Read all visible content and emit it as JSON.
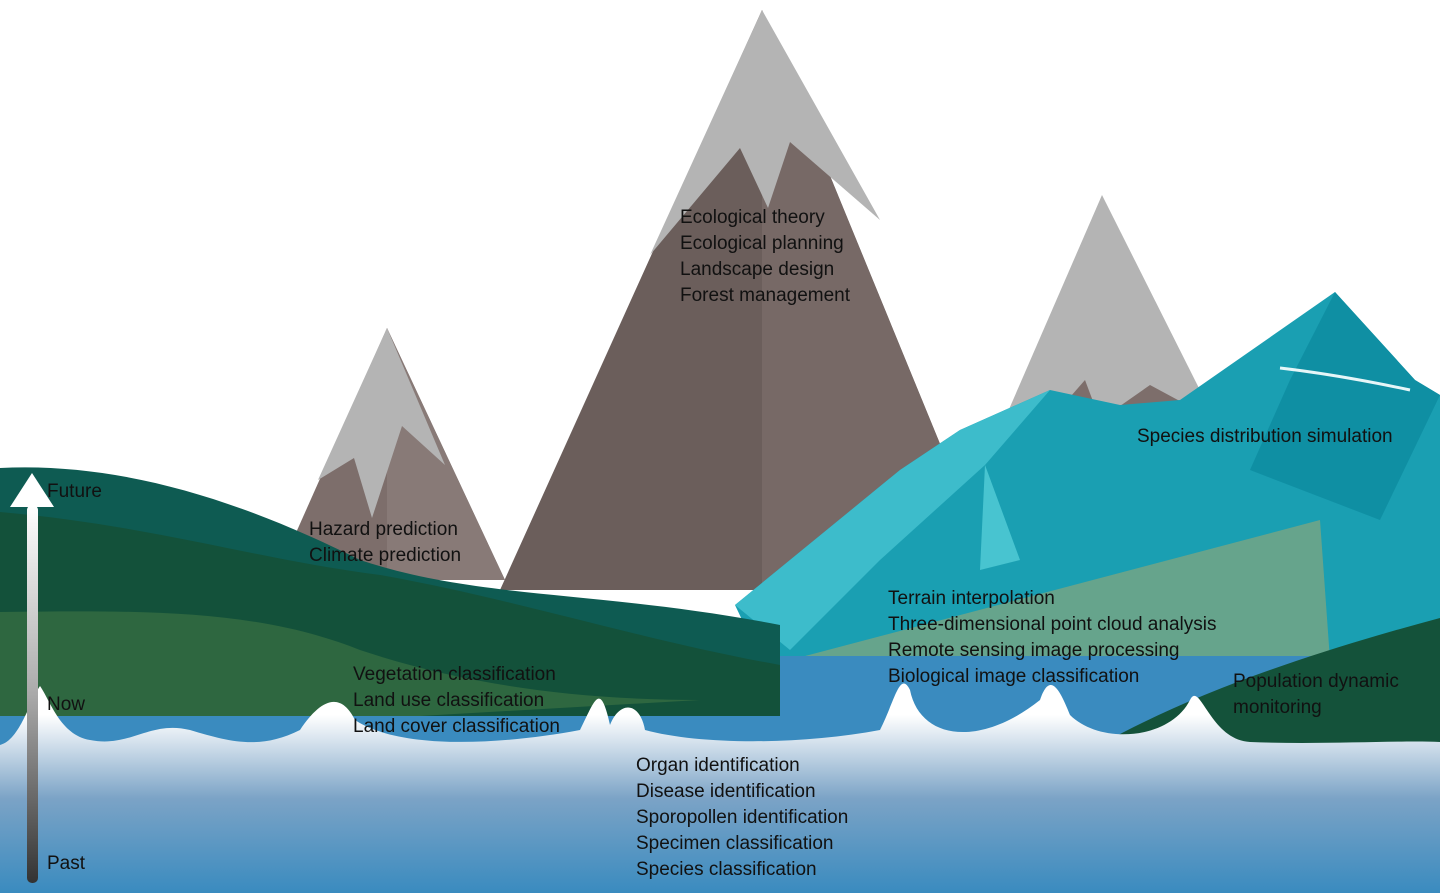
{
  "timeline": {
    "future": "Future",
    "now": "Now",
    "past": "Past"
  },
  "groups": {
    "big_mountain": [
      "Ecological theory",
      "Ecological planning",
      "Landscape design",
      "Forest management"
    ],
    "left_mountain": [
      "Hazard prediction",
      "Climate prediction"
    ],
    "teal_mountain": [
      "Species distribution simulation"
    ],
    "terrain": [
      "Terrain interpolation",
      "Three-dimensional point cloud analysis",
      "Remote sensing image processing",
      "Biological image classification"
    ],
    "green_hill": [
      "Population dynamic",
      "monitoring"
    ],
    "land": [
      "Vegetation classification",
      "Land use classification",
      "Land cover classification"
    ],
    "sea": [
      "Organ identification",
      "Disease identification",
      "Sporopollen identification",
      "Specimen classification",
      "Species classification"
    ]
  },
  "colors": {
    "rock": "#6d615e",
    "snow": "#b5b5b5",
    "teal": "#1aa3b8",
    "forest": "#155237",
    "water": "#3a8bbf"
  }
}
